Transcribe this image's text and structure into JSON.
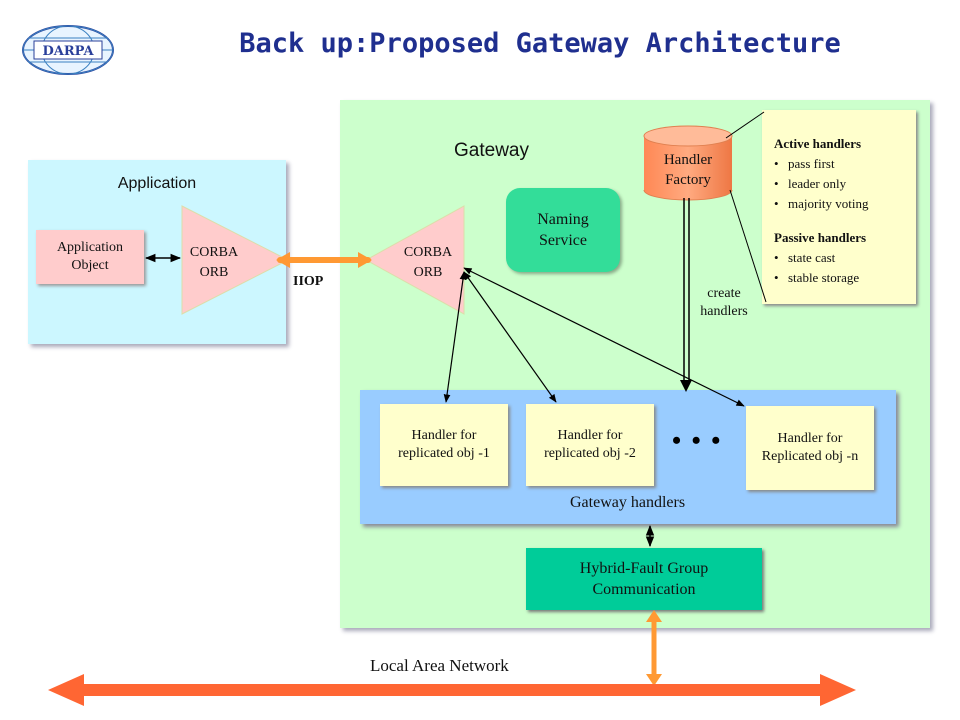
{
  "title": "Back up:Proposed Gateway Architecture",
  "logo_text": "DARPA",
  "application": {
    "label": "Application",
    "object_label": "Application\nObject",
    "orb_label": "CORBA\nORB"
  },
  "iiop_label": "IIOP",
  "gateway": {
    "label": "Gateway",
    "orb_label": "CORBA\nORB",
    "naming_service": "Naming\nService",
    "handler_factory": "Handler\nFactory",
    "create_handlers": "create\nhandlers",
    "handlers_group_label": "Gateway handlers",
    "handlers": [
      "Handler for\nreplicated obj -1",
      "Handler for\nreplicated obj -2",
      "Handler for\nReplicated obj -n"
    ],
    "ellipsis": "• • •",
    "hybrid": "Hybrid-Fault Group\nCommunication"
  },
  "handler_info": {
    "active_title": "Active handlers",
    "active_items": [
      "pass first",
      "leader only",
      "majority voting"
    ],
    "passive_title": "Passive handlers",
    "passive_items": [
      "state cast",
      "stable storage"
    ]
  },
  "network_label": "Local Area Network",
  "colors": {
    "title": "#1f2f8f",
    "application_panel": "#ccf7ff",
    "gateway_panel": "#ccffcc",
    "orb": "#ffcccc",
    "naming": "#33dd99",
    "factory": "#ff9966",
    "handlers_panel": "#99ccff",
    "handler": "#ffffcc",
    "hybrid": "#00cc99",
    "network_arrow": "#ff6633",
    "iiop_arrow": "#ff9933"
  }
}
